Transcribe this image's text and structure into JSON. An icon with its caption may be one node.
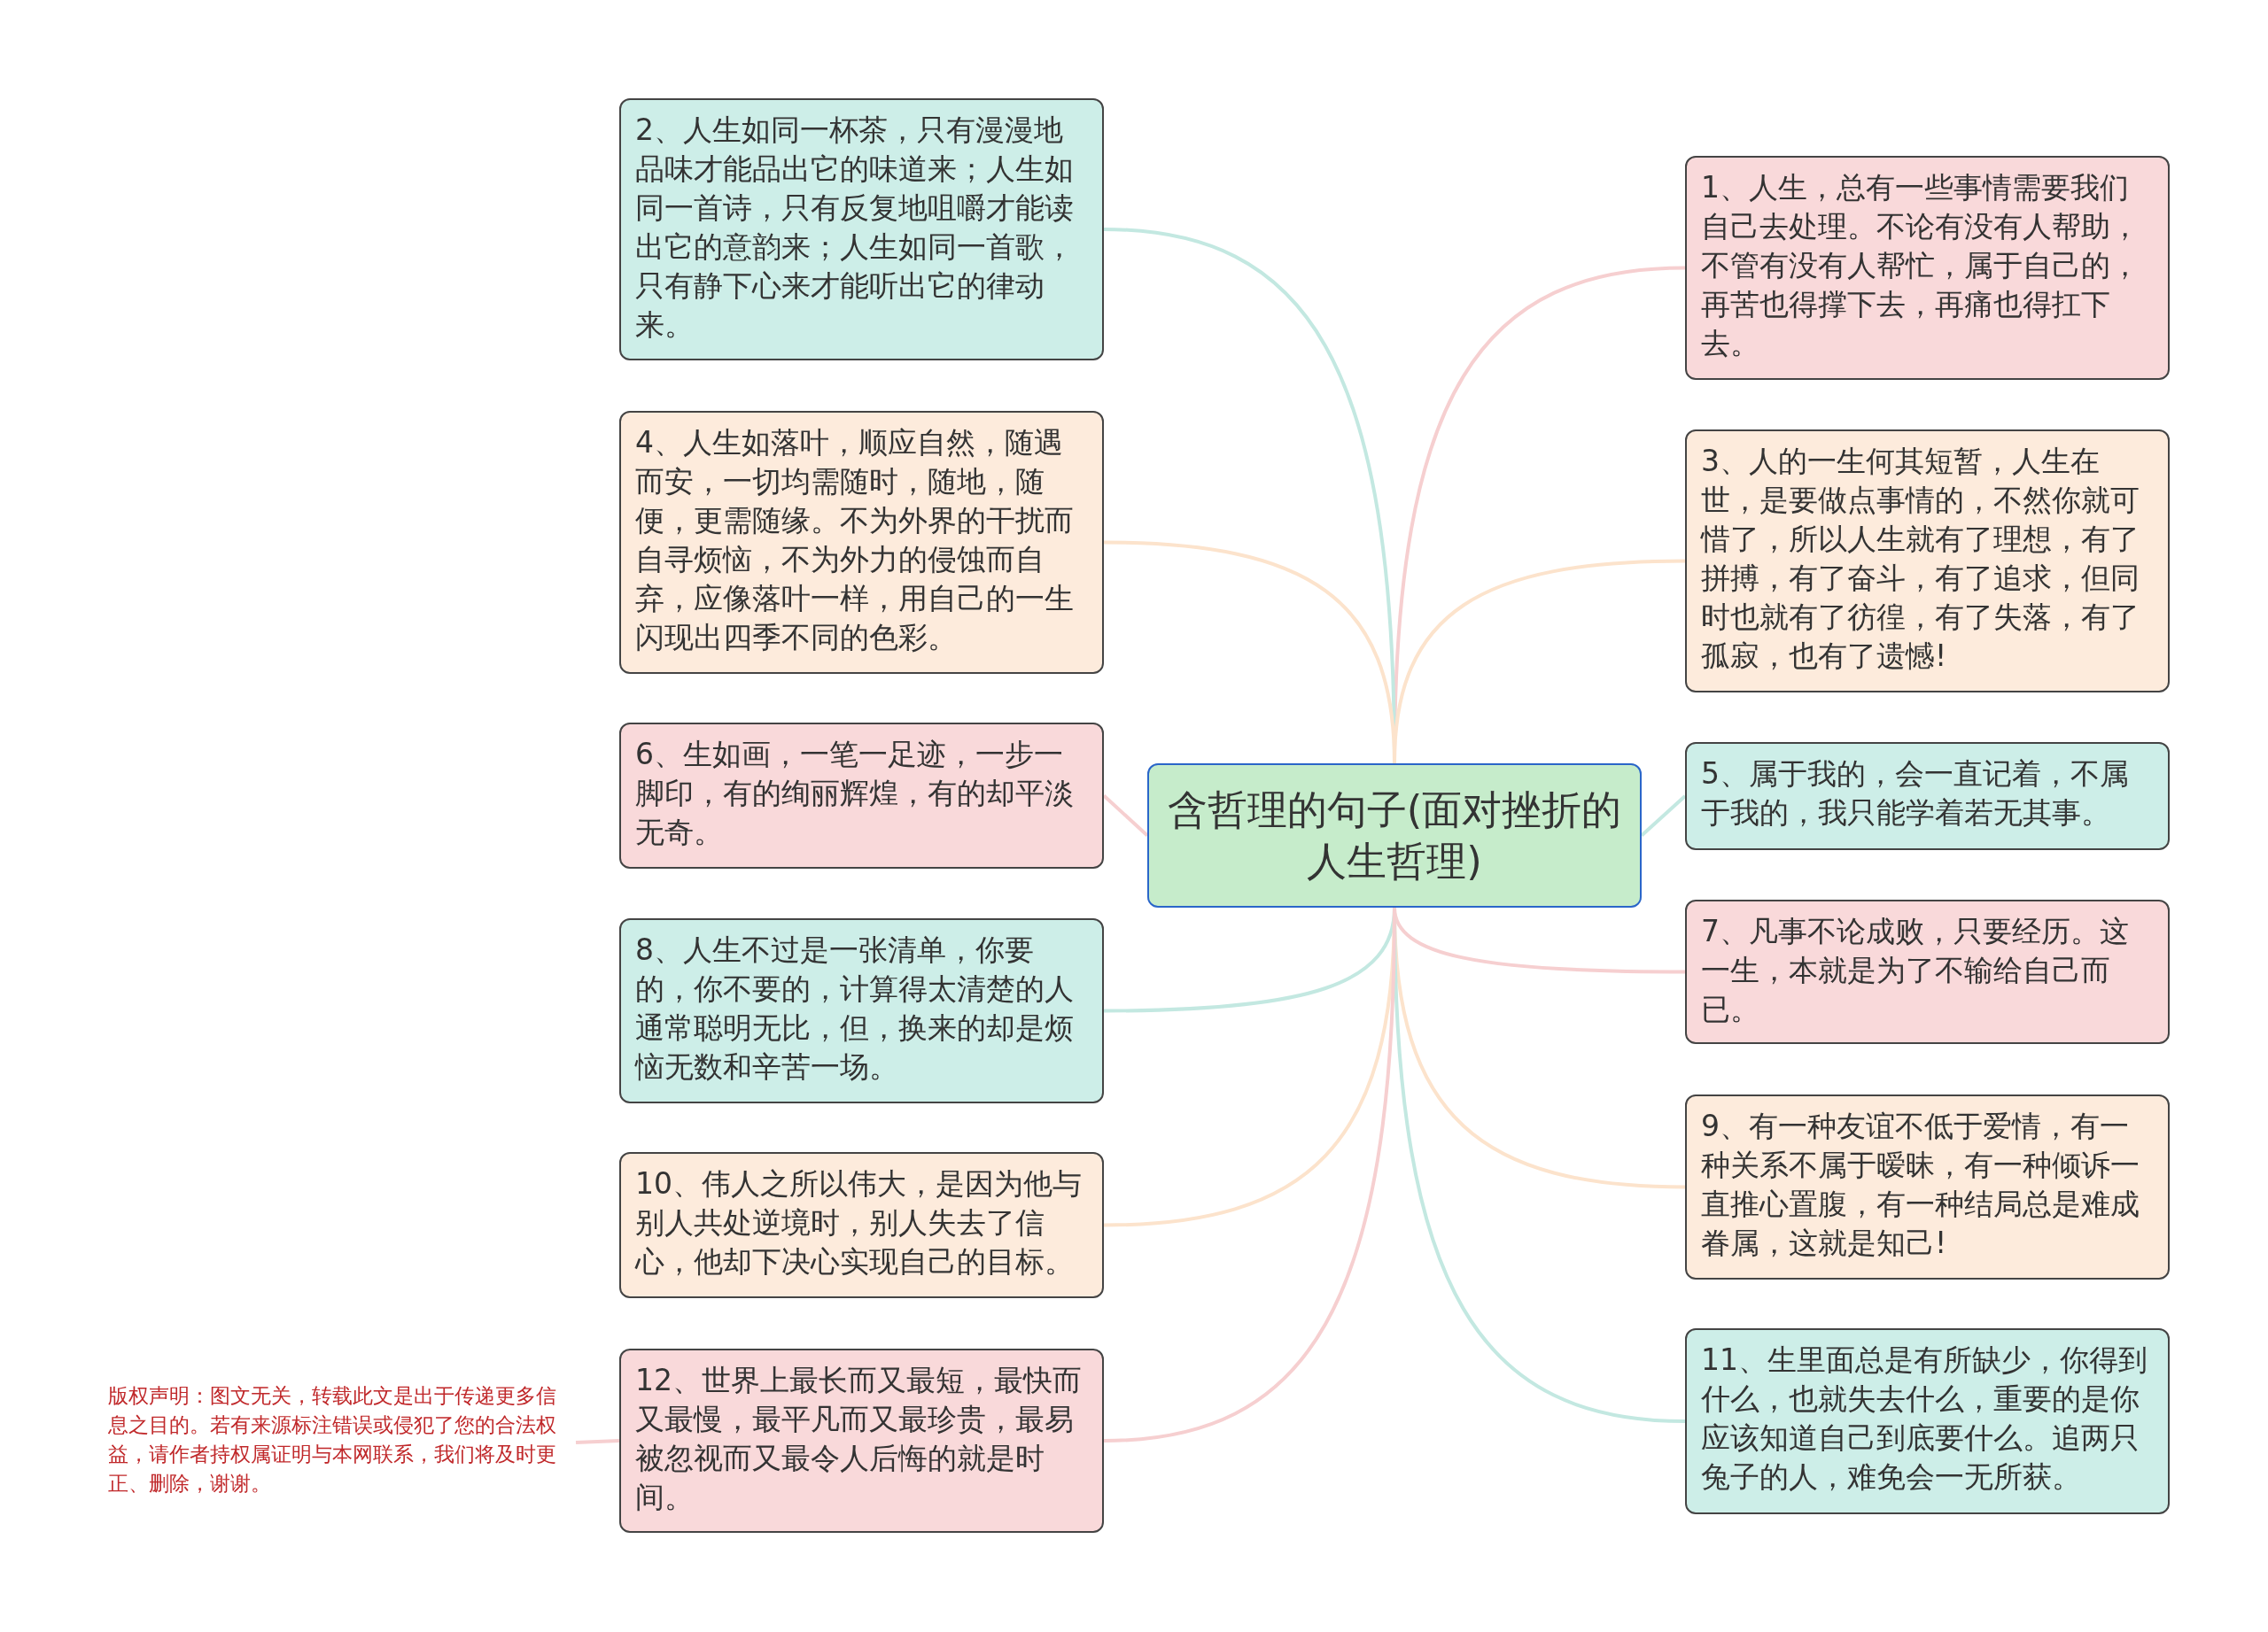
{
  "diagram": {
    "nodes": [
      {
        "text": [
          "含哲理的句子(面对挫折的人生哲理)"
        ]
      },
      {
        "text": [
          "1、人生，总有一些事情需要我们自己去处理。不论有没有人帮助，不管有没有人帮忙，属于自己的，再苦也得撑下去，再痛也得扛下去。"
        ]
      },
      {
        "text": [
          "2、人生如同一杯茶，只有漫漫地品味才能品出它的味道来；人生如同一首诗，只有反复地咀嚼才能读出它的意韵来；人生如同一首歌，只有静下心来才能听出它的律动来。"
        ]
      },
      {
        "text": [
          "3、人的一生何其短暂，人生在世，是要做点事情的，不然你就可惜了，所以人生就有了理想，有了拼搏，有了奋斗，有了追求，但同时也就有了彷徨，有了失落，有了孤寂，也有了遗憾!"
        ]
      },
      {
        "text": [
          "4、人生如落叶，顺应自然，随遇而安，一切均需随时，随地，随便，更需随缘。不为外界的干扰而自寻烦恼，不为外力的侵蚀而自弃，应像落叶一样，用自己的一生闪现出四季不同的色彩。"
        ]
      },
      {
        "text": [
          "5、属于我的，会一直记着，不属于我的，我只能学着若无其事。"
        ]
      },
      {
        "text": [
          "6、生如画，一笔一足迹，一步一脚印，有的绚丽辉煌，有的却平淡无奇。"
        ]
      },
      {
        "text": [
          "7、凡事不论成败，只要经历。这一生，本就是为了不输给自己而已。"
        ]
      },
      {
        "text": [
          "8、人生不过是一张清单，你要的，你不要的，计算得太清楚的人通常聪明无比，但，换来的却是烦恼无数和辛苦一场。"
        ]
      },
      {
        "text": [
          "9、有一种友谊不低于爱情，有一种关系不属于暧昧，有一种倾诉一直推心置腹，有一种结局总是难成眷属，这就是知己!"
        ]
      },
      {
        "text": [
          "10、伟人之所以伟大，是因为他与别人共处逆境时，别人失去了信心，他却下决心实现自己的目标。"
        ]
      },
      {
        "text": [
          "11、生里面总是有所缺少，你得到什么，也就失去什么，重要的是你应该知道自己到底要什么。追两只兔子的人，难免会一无所获。"
        ]
      },
      {
        "text": [
          "12、世界上最长而又最短，最快而又最慢，最平凡而又最珍贵，最易被忽视而又最令人后悔的就是时间。"
        ]
      },
      {
        "text": [
          "版权声明：图文无关，转载此文是出于传递更多信息之目的。若有来源标注错误或侵犯了您的合法权益，请作者持权属证明与本网联系，我们将及时更正、删除，谢谢。"
        ]
      }
    ],
    "edges": [
      {
        "from": 0,
        "to": 1,
        "arrow": "none",
        "color": "#f6cfd0"
      },
      {
        "from": 0,
        "to": 2,
        "arrow": "none",
        "color": "#c3e8e1"
      },
      {
        "from": 0,
        "to": 3,
        "arrow": "none",
        "color": "#fce3cc"
      },
      {
        "from": 0,
        "to": 4,
        "arrow": "none",
        "color": "#fce3cc"
      },
      {
        "from": 0,
        "to": 5,
        "arrow": "none",
        "color": "#c3e8e1"
      },
      {
        "from": 0,
        "to": 6,
        "arrow": "none",
        "color": "#f6cfd0"
      },
      {
        "from": 0,
        "to": 7,
        "arrow": "none",
        "color": "#f6cfd0"
      },
      {
        "from": 0,
        "to": 8,
        "arrow": "none",
        "color": "#c3e8e1"
      },
      {
        "from": 0,
        "to": 9,
        "arrow": "none",
        "color": "#fce3cc"
      },
      {
        "from": 0,
        "to": 10,
        "arrow": "none",
        "color": "#fce3cc"
      },
      {
        "from": 0,
        "to": 11,
        "arrow": "none",
        "color": "#c3e8e1"
      },
      {
        "from": 0,
        "to": 12,
        "arrow": "none",
        "color": "#f6cfd0"
      },
      {
        "from": 13,
        "to": 12,
        "arrow": "none",
        "color": "#f6cfd0"
      }
    ]
  }
}
